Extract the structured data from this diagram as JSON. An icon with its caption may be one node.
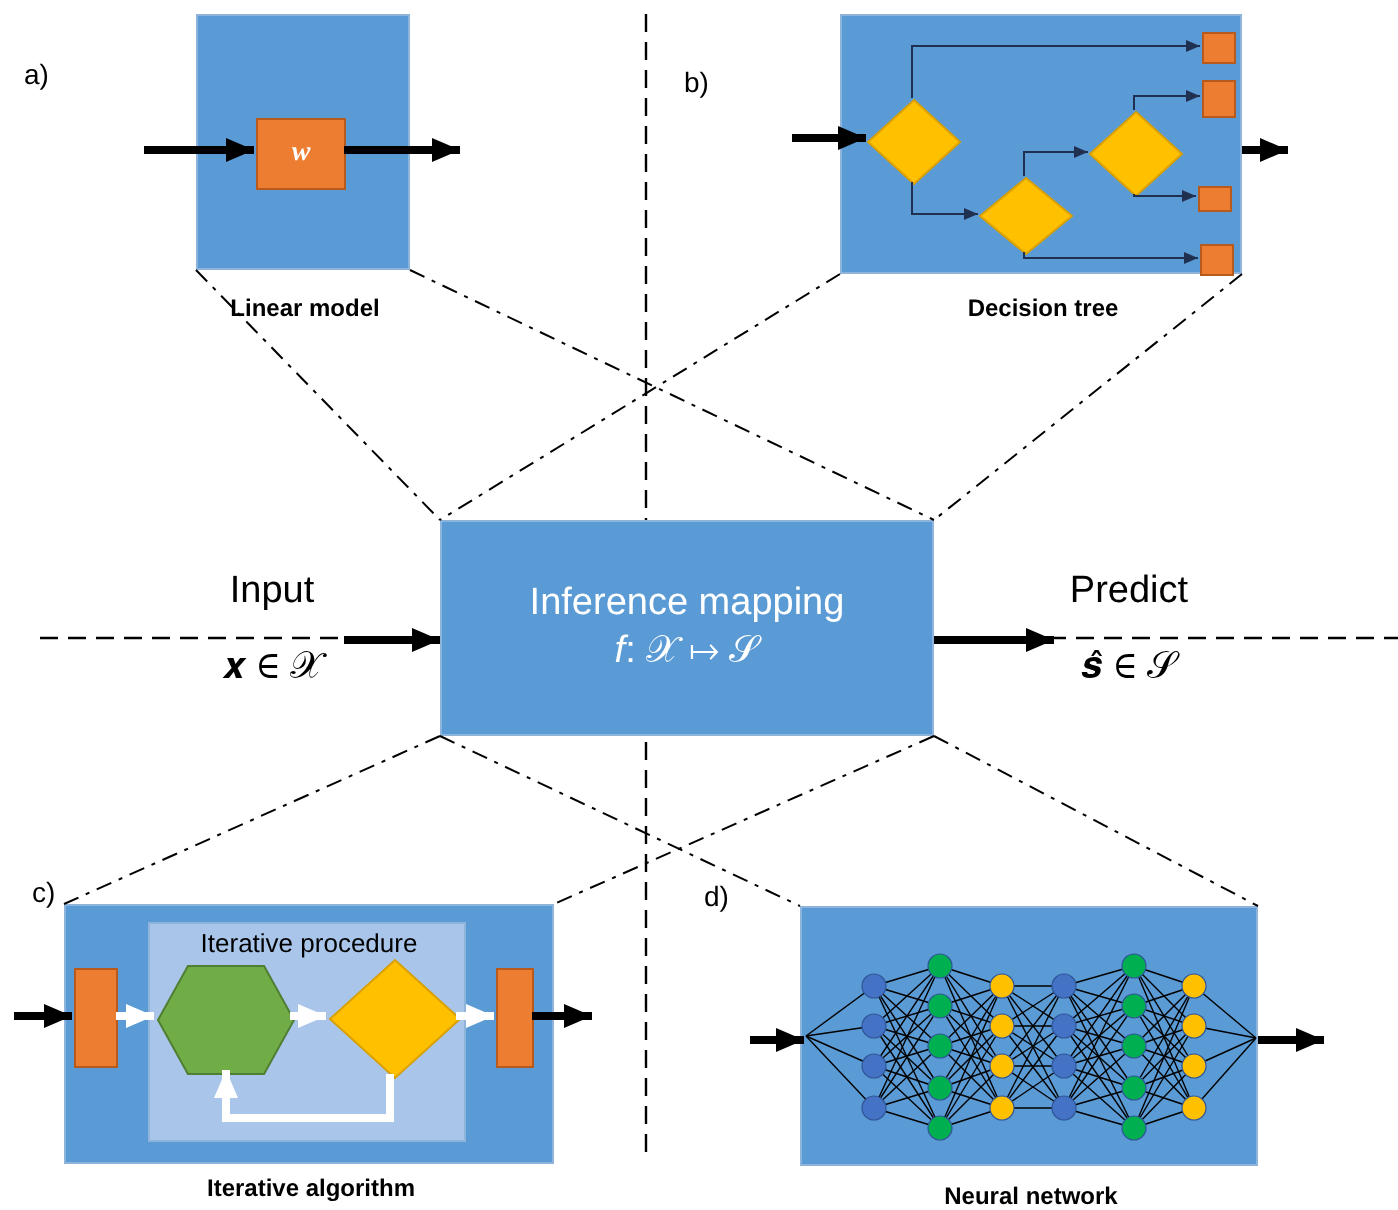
{
  "diagram": {
    "nodes": [
      {
        "text": [
          "Inference mapping",
          "*f*: 𝒳 ↦ 𝒮"
        ]
      },
      {
        "text": [
          "Input",
          "𝒙 ∈ 𝒳"
        ]
      },
      {
        "text": [
          "Predict",
          "𝒔̂ ∈ 𝒮"
        ]
      },
      {
        "text": [
          "Linear model"
        ]
      },
      {
        "text": [
          "w"
        ],
        "in": 3
      },
      {
        "text": [
          "Decision tree"
        ]
      },
      {
        "text": [],
        "shape": "diamond",
        "in": 5
      },
      {
        "text": [],
        "shape": "diamond",
        "in": 5
      },
      {
        "text": [],
        "shape": "diamond",
        "in": 5
      },
      {
        "text": [],
        "shape": "box",
        "in": 5
      },
      {
        "text": [],
        "shape": "box",
        "in": 5
      },
      {
        "text": [],
        "shape": "box",
        "in": 5
      },
      {
        "text": [],
        "shape": "box",
        "in": 5
      },
      {
        "text": [
          "Iterative algorithm"
        ]
      },
      {
        "text": [
          "Iterative procedure"
        ],
        "in": 13
      },
      {
        "text": [],
        "shape": "box",
        "in": 13
      },
      {
        "text": [],
        "shape": "hexagon",
        "in": 14
      },
      {
        "text": [],
        "shape": "diamond",
        "in": 14
      },
      {
        "text": [],
        "shape": "box",
        "in": 13
      },
      {
        "text": [
          "Neural network"
        ]
      },
      {
        "text": [],
        "shape": "picture",
        "in": 19
      }
    ],
    "edges": [
      {
        "from": 1,
        "to": 0,
        "arrow": "to",
        "style": "thick"
      },
      {
        "from": 0,
        "to": 2,
        "arrow": "to",
        "style": "thick"
      },
      {
        "from": null,
        "to": 4,
        "arrow": "to",
        "style": "thick"
      },
      {
        "from": 4,
        "to": null,
        "arrow": "to",
        "style": "thick"
      },
      {
        "from": null,
        "to": 6,
        "arrow": "to",
        "style": "thick"
      },
      {
        "from": 5,
        "to": null,
        "arrow": "to",
        "style": "thick"
      },
      {
        "from": 6,
        "to": 9,
        "arrow": "to",
        "color": "#203050"
      },
      {
        "from": 6,
        "to": 7,
        "arrow": "to",
        "color": "#203050"
      },
      {
        "from": 7,
        "to": 8,
        "arrow": "to",
        "color": "#203050"
      },
      {
        "from": 7,
        "to": 12,
        "arrow": "to",
        "color": "#203050"
      },
      {
        "from": 8,
        "to": 10,
        "arrow": "to",
        "color": "#203050"
      },
      {
        "from": 8,
        "to": 11,
        "arrow": "to",
        "color": "#203050"
      },
      {
        "from": null,
        "to": 15,
        "arrow": "to",
        "style": "thick"
      },
      {
        "from": 15,
        "to": 16,
        "arrow": "to",
        "style": "thick",
        "color": "#ffffff"
      },
      {
        "from": 16,
        "to": 17,
        "arrow": "to",
        "style": "thick",
        "color": "#ffffff"
      },
      {
        "from": 17,
        "to": 18,
        "arrow": "to",
        "style": "thick",
        "color": "#ffffff"
      },
      {
        "from": 17,
        "to": 16,
        "arrow": "to",
        "style": "thick",
        "color": "#ffffff"
      },
      {
        "from": 18,
        "to": null,
        "arrow": "to",
        "style": "thick"
      },
      {
        "from": null,
        "to": 20,
        "arrow": "to",
        "style": "thick"
      },
      {
        "from": 20,
        "to": null,
        "arrow": "to",
        "style": "thick"
      },
      {
        "from": 3,
        "to": 0,
        "arrow": "none",
        "style": "dashed"
      },
      {
        "from": 3,
        "to": 0,
        "arrow": "none",
        "style": "dashed"
      },
      {
        "from": 5,
        "to": 0,
        "arrow": "none",
        "style": "dashed"
      },
      {
        "from": 5,
        "to": 0,
        "arrow": "none",
        "style": "dashed"
      },
      {
        "from": 0,
        "to": 13,
        "arrow": "none",
        "style": "dashed"
      },
      {
        "from": 0,
        "to": 13,
        "arrow": "none",
        "style": "dashed"
      },
      {
        "from": 0,
        "to": 19,
        "arrow": "none",
        "style": "dashed"
      },
      {
        "from": 0,
        "to": 19,
        "arrow": "none",
        "style": "dashed"
      }
    ],
    "labels": [
      "a)",
      "b)",
      "c)",
      "d)"
    ]
  }
}
